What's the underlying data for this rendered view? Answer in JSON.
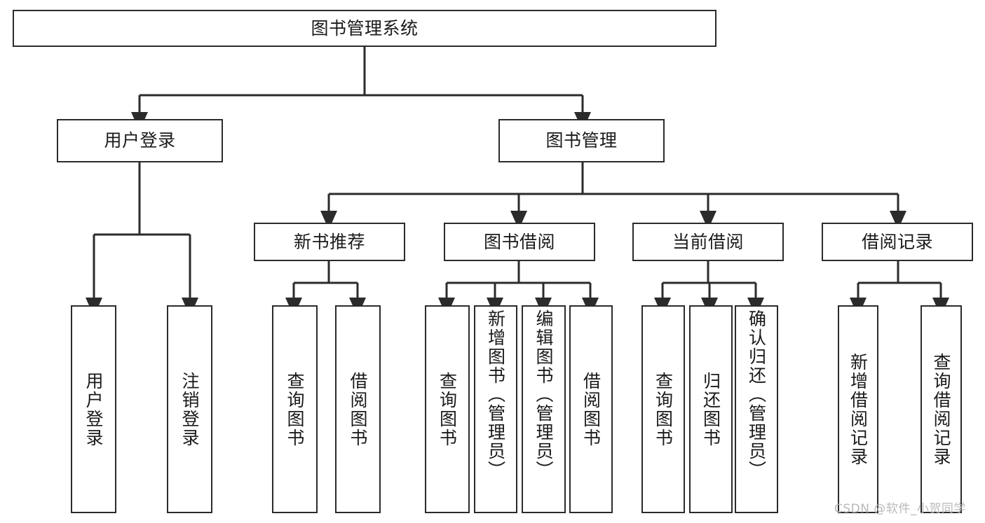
{
  "diagram": {
    "title": "图书管理系统",
    "type": "tree-hierarchy-chart",
    "root": {
      "label": "图书管理系统"
    },
    "level2": [
      {
        "label": "用户登录"
      },
      {
        "label": "图书管理"
      }
    ],
    "level3": [
      {
        "label": "新书推荐"
      },
      {
        "label": "图书借阅"
      },
      {
        "label": "当前借阅"
      },
      {
        "label": "借阅记录"
      }
    ],
    "leaves": [
      {
        "label": "用户登录"
      },
      {
        "label": "注销登录"
      },
      {
        "label": "查询图书"
      },
      {
        "label": "借阅图书"
      },
      {
        "label": "查询图书"
      },
      {
        "label": "新增图书（管理员）"
      },
      {
        "label": "编辑图书（管理员）"
      },
      {
        "label": "借阅图书"
      },
      {
        "label": "查询图书"
      },
      {
        "label": "归还图书"
      },
      {
        "label": "确认归还（管理员）"
      },
      {
        "label": "新增借阅记录"
      },
      {
        "label": "查询借阅记录"
      }
    ]
  },
  "watermark": {
    "text": "CSDN @软件_小贺同学"
  },
  "colors": {
    "stroke": "#2b2b2b",
    "fill": "#ffffff",
    "text": "#1a1a1a",
    "watermark": "#b9b9b9"
  }
}
